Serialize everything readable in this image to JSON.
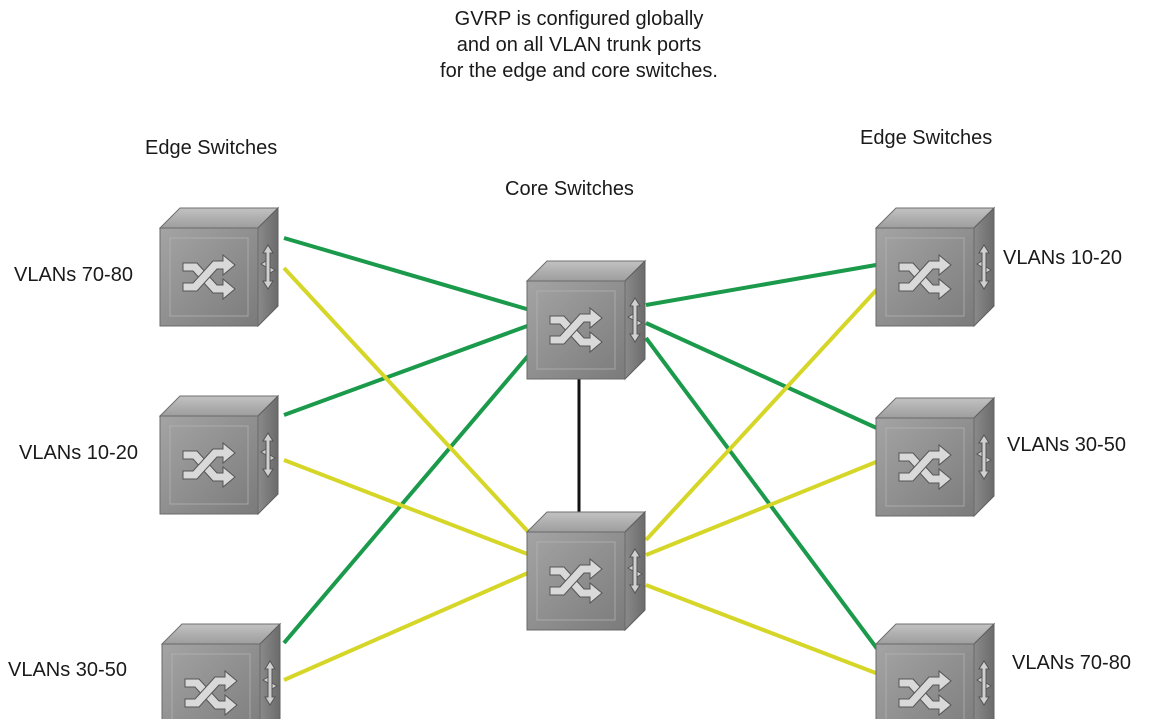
{
  "note_lines": [
    "GVRP is configured globally",
    "and on all VLAN trunk ports",
    "for the edge and core switches."
  ],
  "groups": {
    "edge_left": "Edge Switches",
    "core": "Core Switches",
    "edge_right": "Edge Switches"
  },
  "switches": {
    "left_top": "VLANs 70-80",
    "left_mid": "VLANs 10-20",
    "left_bot": "VLANs 30-50",
    "core_top": "",
    "core_bot": "",
    "right_top": "VLANs 10-20",
    "right_mid": "VLANs 30-50",
    "right_bot": "VLANs 70-80"
  },
  "colors": {
    "green_link": "#1a9a4a",
    "yellow_link": "#d6d629",
    "core_link": "#111111",
    "switch_body": "#8f8f8f"
  },
  "icon": "network-switch-icon"
}
